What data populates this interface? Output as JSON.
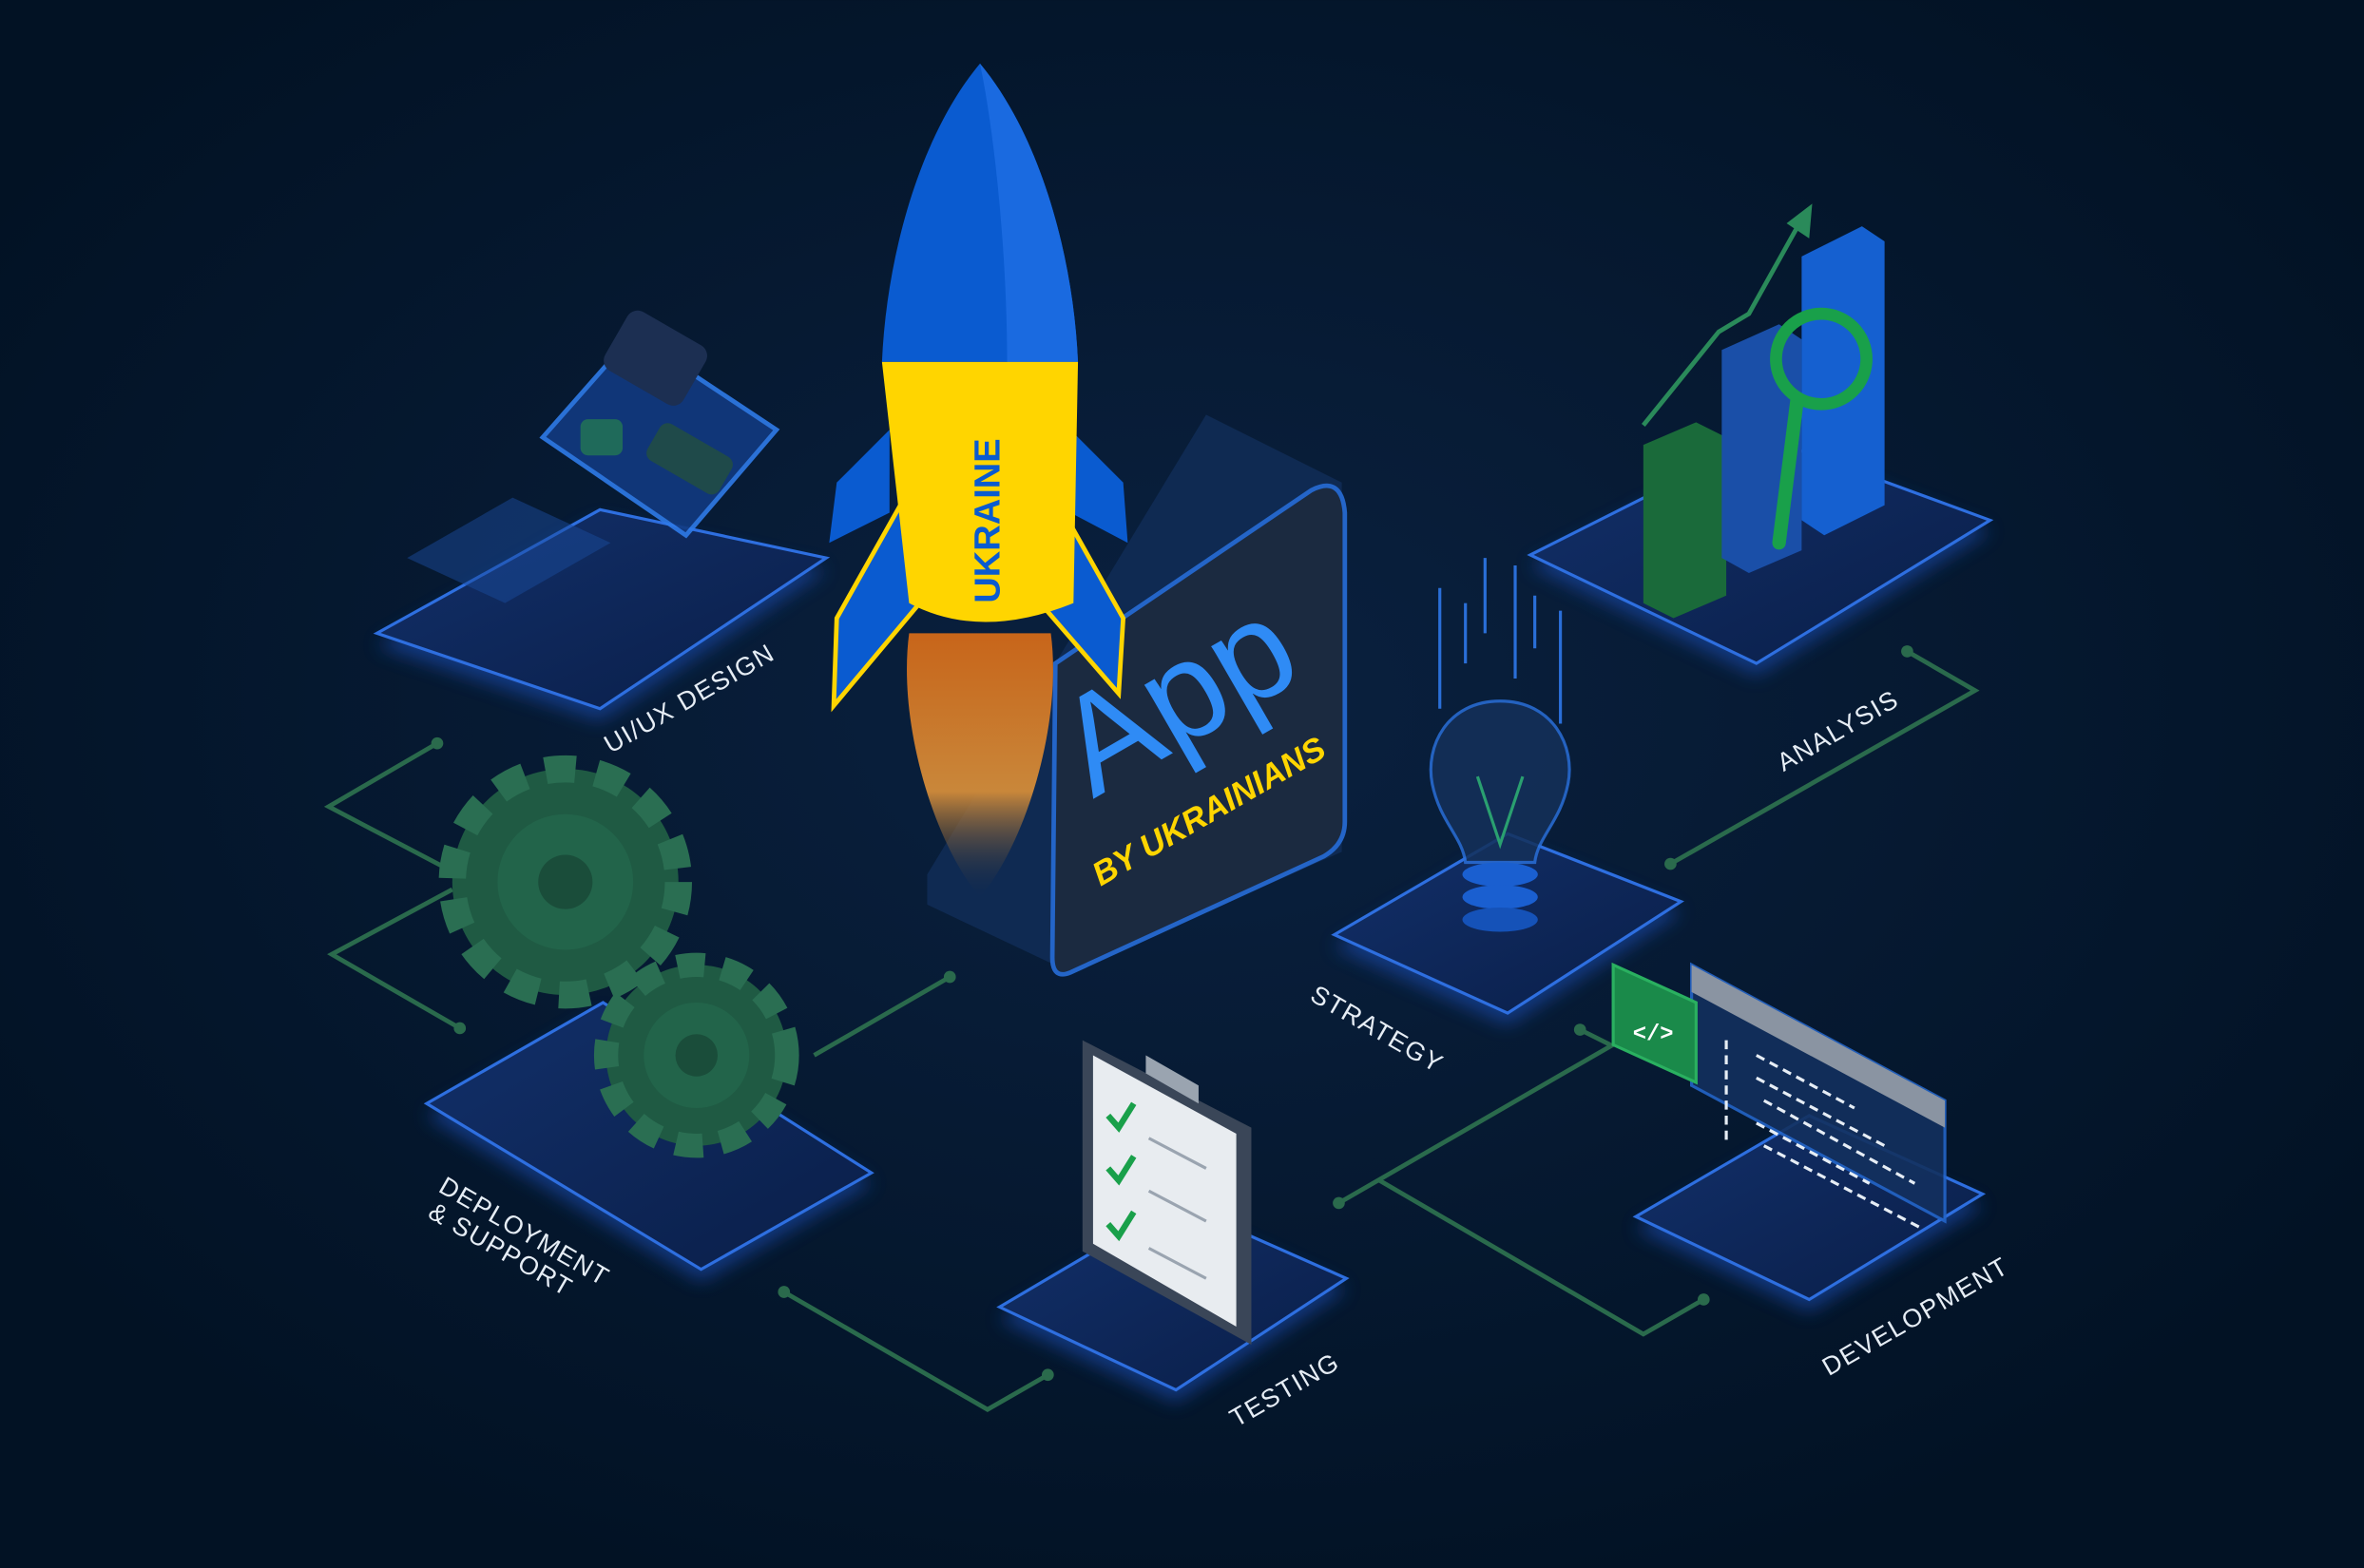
{
  "rocket": {
    "label": "UKRAINE"
  },
  "app_box": {
    "title": "App",
    "subtitle": "BY UKRAINIANS"
  },
  "stages": {
    "uiux": "UI/UX DESIGN",
    "analysis": "ANALYSIS",
    "strategy": "STRATEGY",
    "deployment_line1": "DEPLOYMENT",
    "deployment_line2": "& SUPPORT",
    "testing": "TESTING",
    "development": "DEVELOPMENT"
  },
  "code_badge": "</>",
  "colors": {
    "background": "#021224",
    "ukraine_blue": "#0a5bd0",
    "ukraine_yellow": "#ffd500",
    "connector_green": "#2a6a4c",
    "platform": "#0e2552"
  }
}
